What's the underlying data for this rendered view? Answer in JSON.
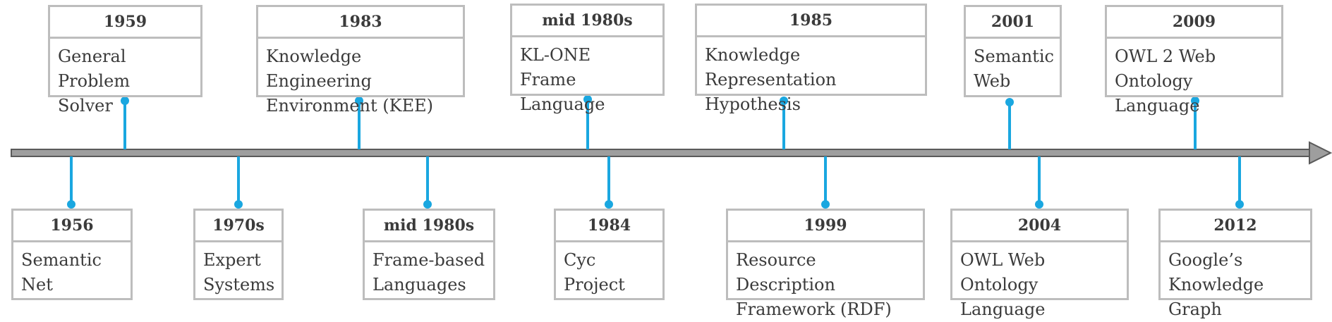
{
  "axis_color": "#9e9e9e",
  "connector_color": "#1aa7e0",
  "events_top": [
    {
      "year": "1959",
      "desc": "General Problem\nSolver"
    },
    {
      "year": "1983",
      "desc": "Knowledge Engineering\nEnvironment (KEE)"
    },
    {
      "year": "mid 1980s",
      "desc": "KL-ONE\nFrame Language"
    },
    {
      "year": "1985",
      "desc": "Knowledge Representation\nHypothesis"
    },
    {
      "year": "2001",
      "desc": "Semantic\nWeb"
    },
    {
      "year": "2009",
      "desc": "OWL 2 Web\nOntology Language"
    }
  ],
  "events_bottom": [
    {
      "year": "1956",
      "desc": "Semantic\nNet"
    },
    {
      "year": "1970s",
      "desc": "Expert\nSystems"
    },
    {
      "year": "mid 1980s",
      "desc": "Frame-based\nLanguages"
    },
    {
      "year": "1984",
      "desc": "Cyc Project"
    },
    {
      "year": "1999",
      "desc": "Resource Description\nFramework (RDF)"
    },
    {
      "year": "2004",
      "desc": "OWL Web Ontology\nLanguage"
    },
    {
      "year": "2012",
      "desc": "Google’s\nKnowledge Graph"
    }
  ]
}
